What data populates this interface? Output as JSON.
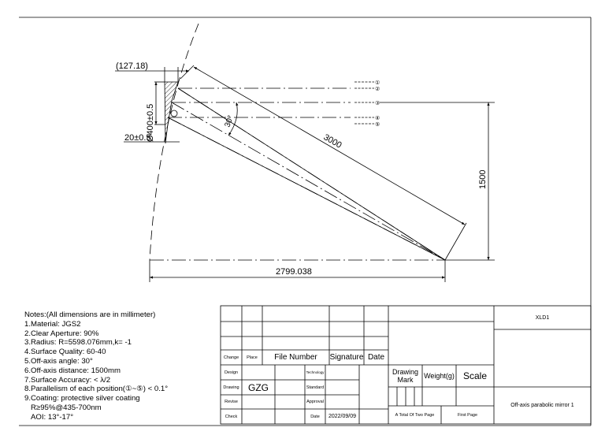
{
  "drawing": {
    "dim_127": "(127.18)",
    "dim_diameter": "Ø400±0.5",
    "dim_thickness": "20±0.5",
    "dim_angle": "30°",
    "dim_3000": "3000",
    "dim_1500": "1500",
    "dim_2799": "2799.038",
    "positions": [
      "①",
      "②",
      "③",
      "④",
      "⑤"
    ]
  },
  "notes": {
    "title": "Notes:(All dimensions are in millimeter)",
    "items": [
      "1.Material: JGS2",
      "2.Clear Aperture: 90%",
      "3.Radius: R=5598.076mm,k= -1",
      "4.Surface Quality: 60-40",
      "5.Off-axis angle: 30°",
      "6.Off-axis distance: 1500mm",
      "7.Surface Accuracy: < λ/2",
      "8.Parallelism of each position(①~⑤) < 0.1°",
      "9.Coating: protective silver coating",
      "R≥95%@435-700nm",
      "AOI: 13°-17°"
    ]
  },
  "title_block": {
    "change": "Change",
    "place": "Place",
    "file_number": "File Number",
    "signature": "Signature",
    "date_header": "Date",
    "design": "Design",
    "drawing": "Drawing",
    "drawer": "GZG",
    "revise": "Revise",
    "check": "Check",
    "technology": "Technology",
    "standard": "Standard",
    "approval": "Approval",
    "date_label": "Date",
    "date_value": "2022/09/09",
    "drawing_mark": "Drawing Mark",
    "weight": "Weight(g)",
    "scale": "Scale",
    "total_pages": "A Total Of Two Page",
    "first_page": "First Page",
    "code": "XLD1",
    "part_name": "Off-axis parabolic mirror 1"
  }
}
